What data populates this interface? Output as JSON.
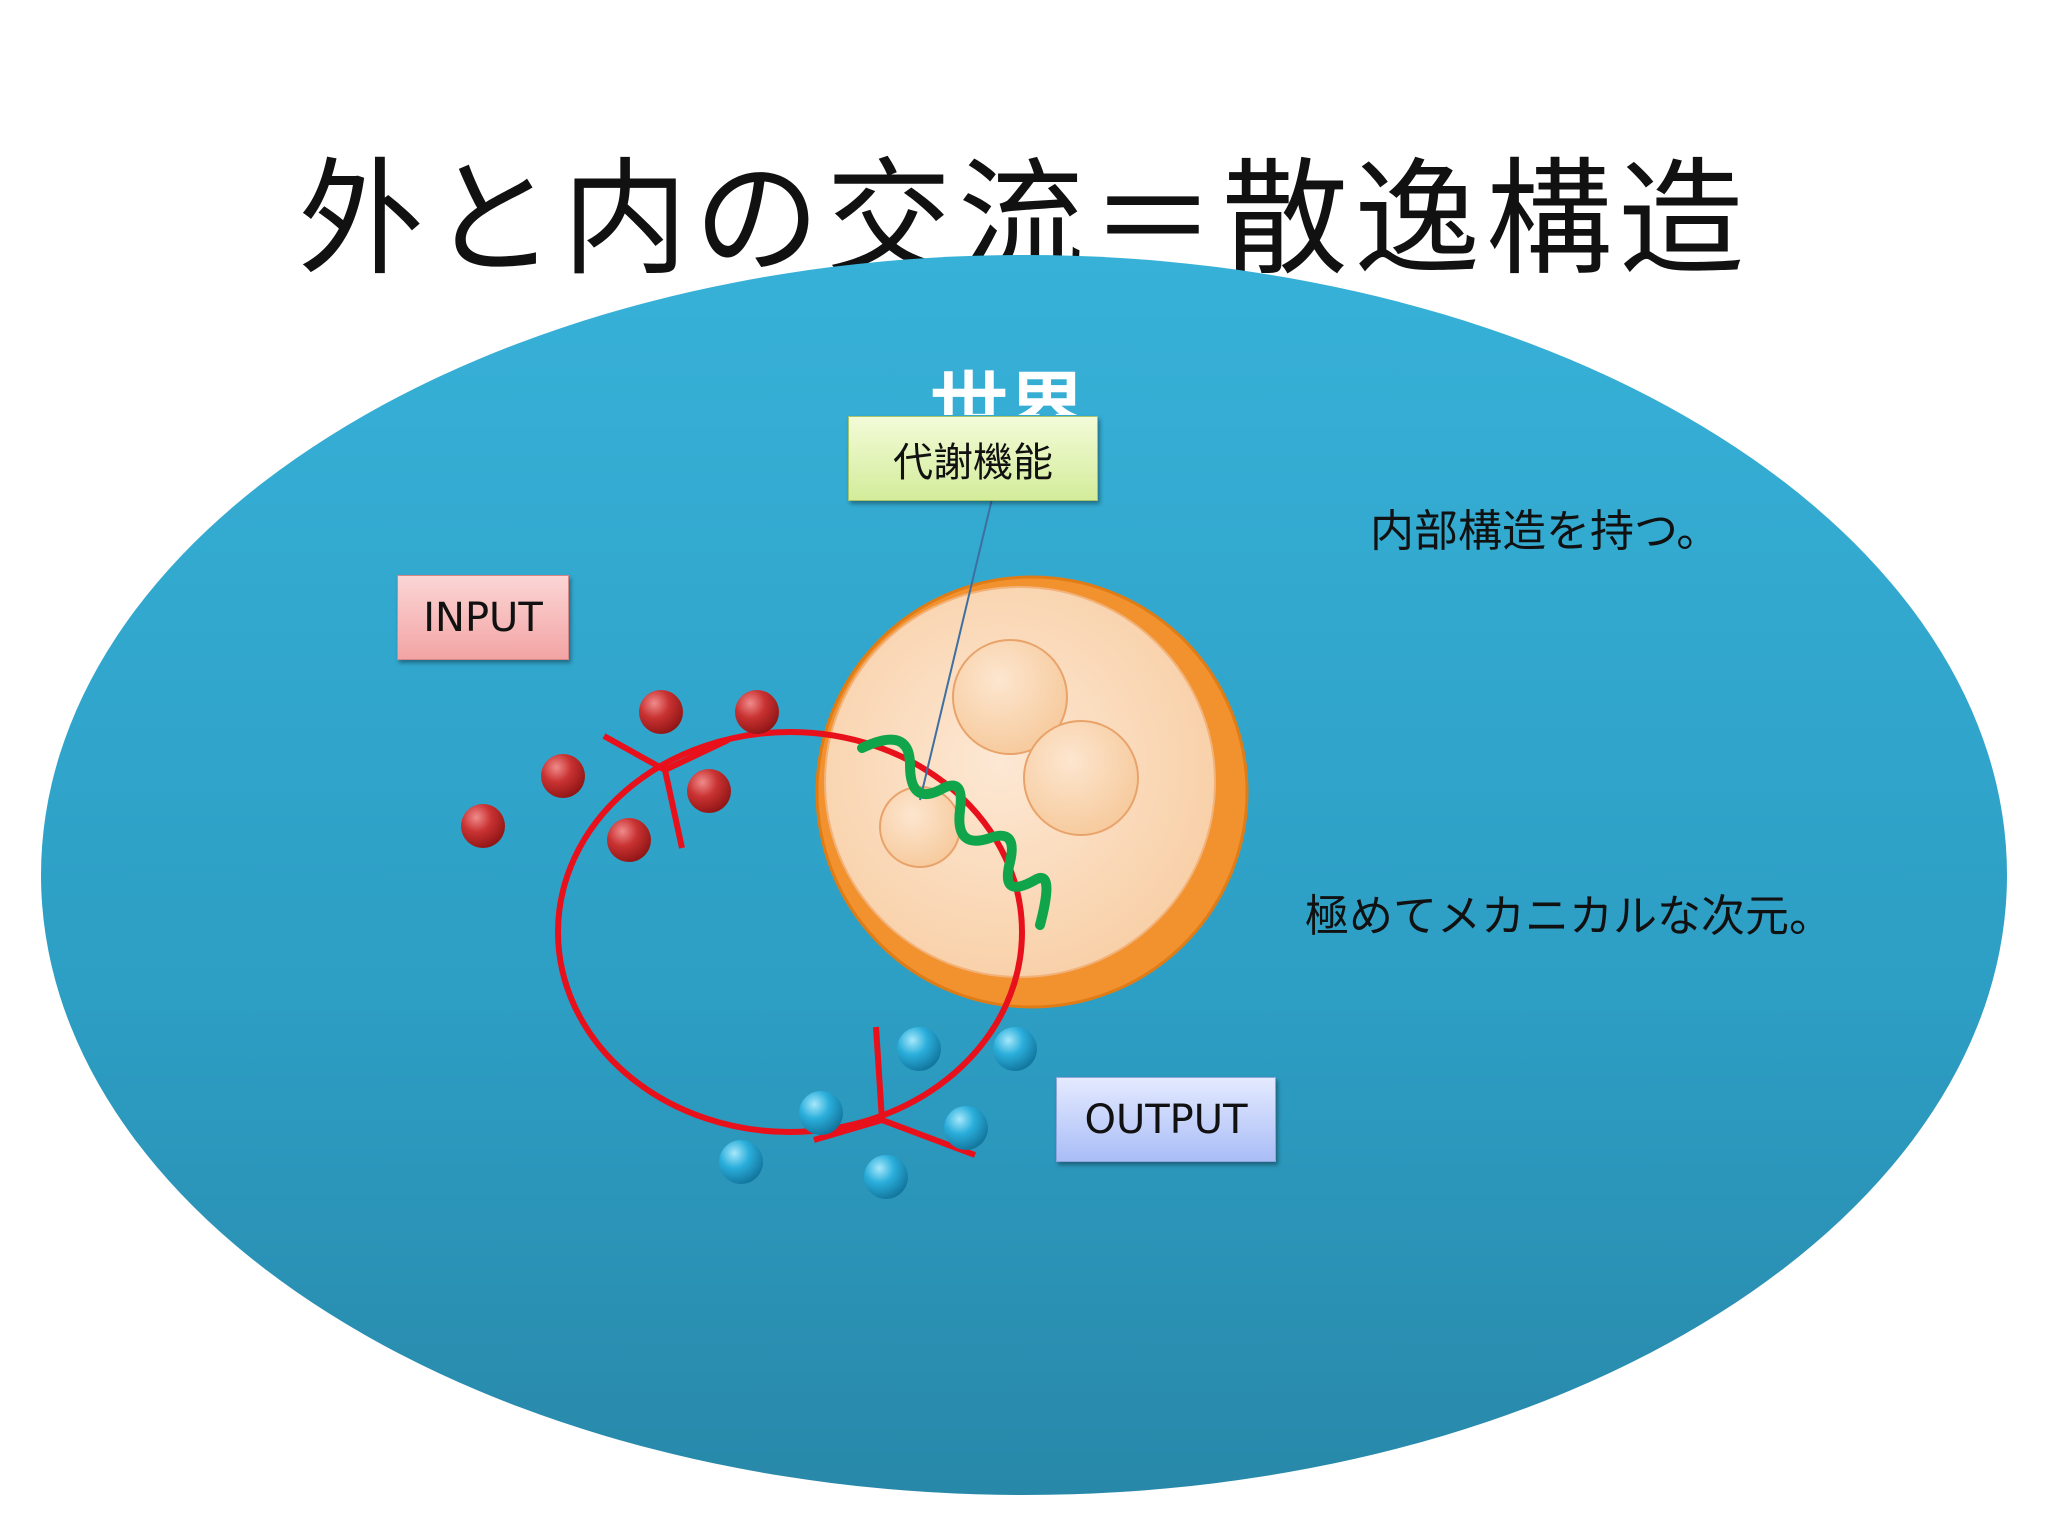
{
  "slide": {
    "title": "外と内の交流＝散逸構造",
    "world_label": "世界",
    "note_internal": "内部構造を持つ。",
    "note_mechanical": "極めてメカニカルな次元。"
  },
  "boxes": {
    "input": "INPUT",
    "output": "OUTPUT",
    "metabolism": "代謝機能"
  },
  "colors": {
    "world_ellipse": "#2d9dc2",
    "cell_outer": "#f2922e",
    "cell_inner": "#fbd9b8",
    "cycle": "#e8111b",
    "wave": "#10a54a",
    "input_particles": "#c62a2a",
    "output_particles": "#28a9d6"
  }
}
